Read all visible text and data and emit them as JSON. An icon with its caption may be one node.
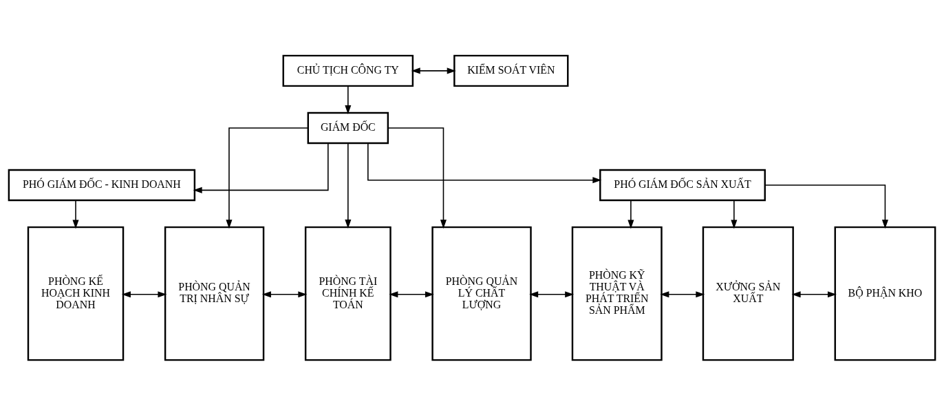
{
  "diagram": {
    "nodes": [
      {
        "text": [
          "CHỦ TỊCH CÔNG TY"
        ]
      },
      {
        "text": [
          "KIỂM SOÁT VIÊN"
        ]
      },
      {
        "text": [
          "GIÁM ĐỐC"
        ]
      },
      {
        "text": [
          "PHÓ GIÁM ĐỐC - KINH DOANH"
        ]
      },
      {
        "text": [
          "PHÓ GIÁM ĐỐC SẢN XUẤT"
        ]
      },
      {
        "text": [
          "PHÒNG KẾ HOẠCH KINH DOANH"
        ]
      },
      {
        "text": [
          "PHÒNG QUẢN TRỊ NHÂN SỰ"
        ]
      },
      {
        "text": [
          "PHÒNG TÀI CHÍNH KẾ TOÁN"
        ]
      },
      {
        "text": [
          "PHÒNG QUẢN LÝ CHẤT LƯỢNG"
        ]
      },
      {
        "text": [
          "PHÒNG KỸ THUẬT VÀ PHÁT TRIỂN SẢN PHẨM"
        ]
      },
      {
        "text": [
          "XƯỞNG SẢN XUẤT"
        ]
      },
      {
        "text": [
          "BỘ PHẬN KHO"
        ]
      }
    ],
    "edges": [
      {
        "from": 0,
        "to": 1,
        "arrow": "both"
      },
      {
        "from": 0,
        "to": 2,
        "arrow": "to"
      },
      {
        "from": 2,
        "to": 3,
        "arrow": "to"
      },
      {
        "from": 2,
        "to": 7,
        "arrow": "to"
      },
      {
        "from": 2,
        "to": 4,
        "arrow": "to"
      },
      {
        "from": 2,
        "to": 6,
        "arrow": "to"
      },
      {
        "from": 2,
        "to": 8,
        "arrow": "to"
      },
      {
        "from": 3,
        "to": 5,
        "arrow": "to"
      },
      {
        "from": 4,
        "to": 9,
        "arrow": "to"
      },
      {
        "from": 4,
        "to": 10,
        "arrow": "to"
      },
      {
        "from": 4,
        "to": 11,
        "arrow": "to"
      },
      {
        "from": 5,
        "to": 6,
        "arrow": "both"
      },
      {
        "from": 6,
        "to": 7,
        "arrow": "both"
      },
      {
        "from": 7,
        "to": 8,
        "arrow": "both"
      },
      {
        "from": 8,
        "to": 9,
        "arrow": "both"
      },
      {
        "from": 9,
        "to": 10,
        "arrow": "both"
      },
      {
        "from": 10,
        "to": 11,
        "arrow": "both"
      }
    ]
  }
}
